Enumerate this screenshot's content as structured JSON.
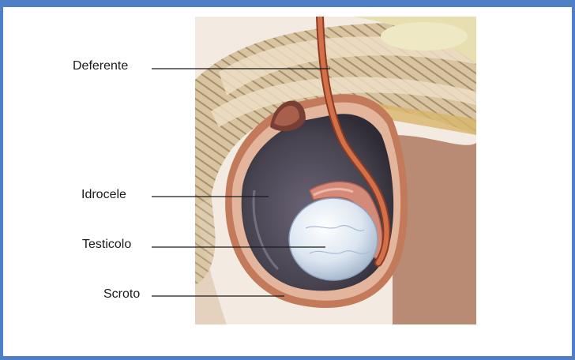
{
  "colors": {
    "frame": "#4f7fc4",
    "scrotum_skin": "#c4866a",
    "fluid_sac": "#4b4856",
    "testis": "#dfe7f0",
    "epididymis": "#d48a78",
    "vas_deferens": "#c2633f",
    "tissue_layers": "#d9c7a4"
  },
  "labels": {
    "deferente": "Deferente",
    "idrocele": "Idrocele",
    "testicolo": "Testicolo",
    "scroto": "Scroto"
  }
}
